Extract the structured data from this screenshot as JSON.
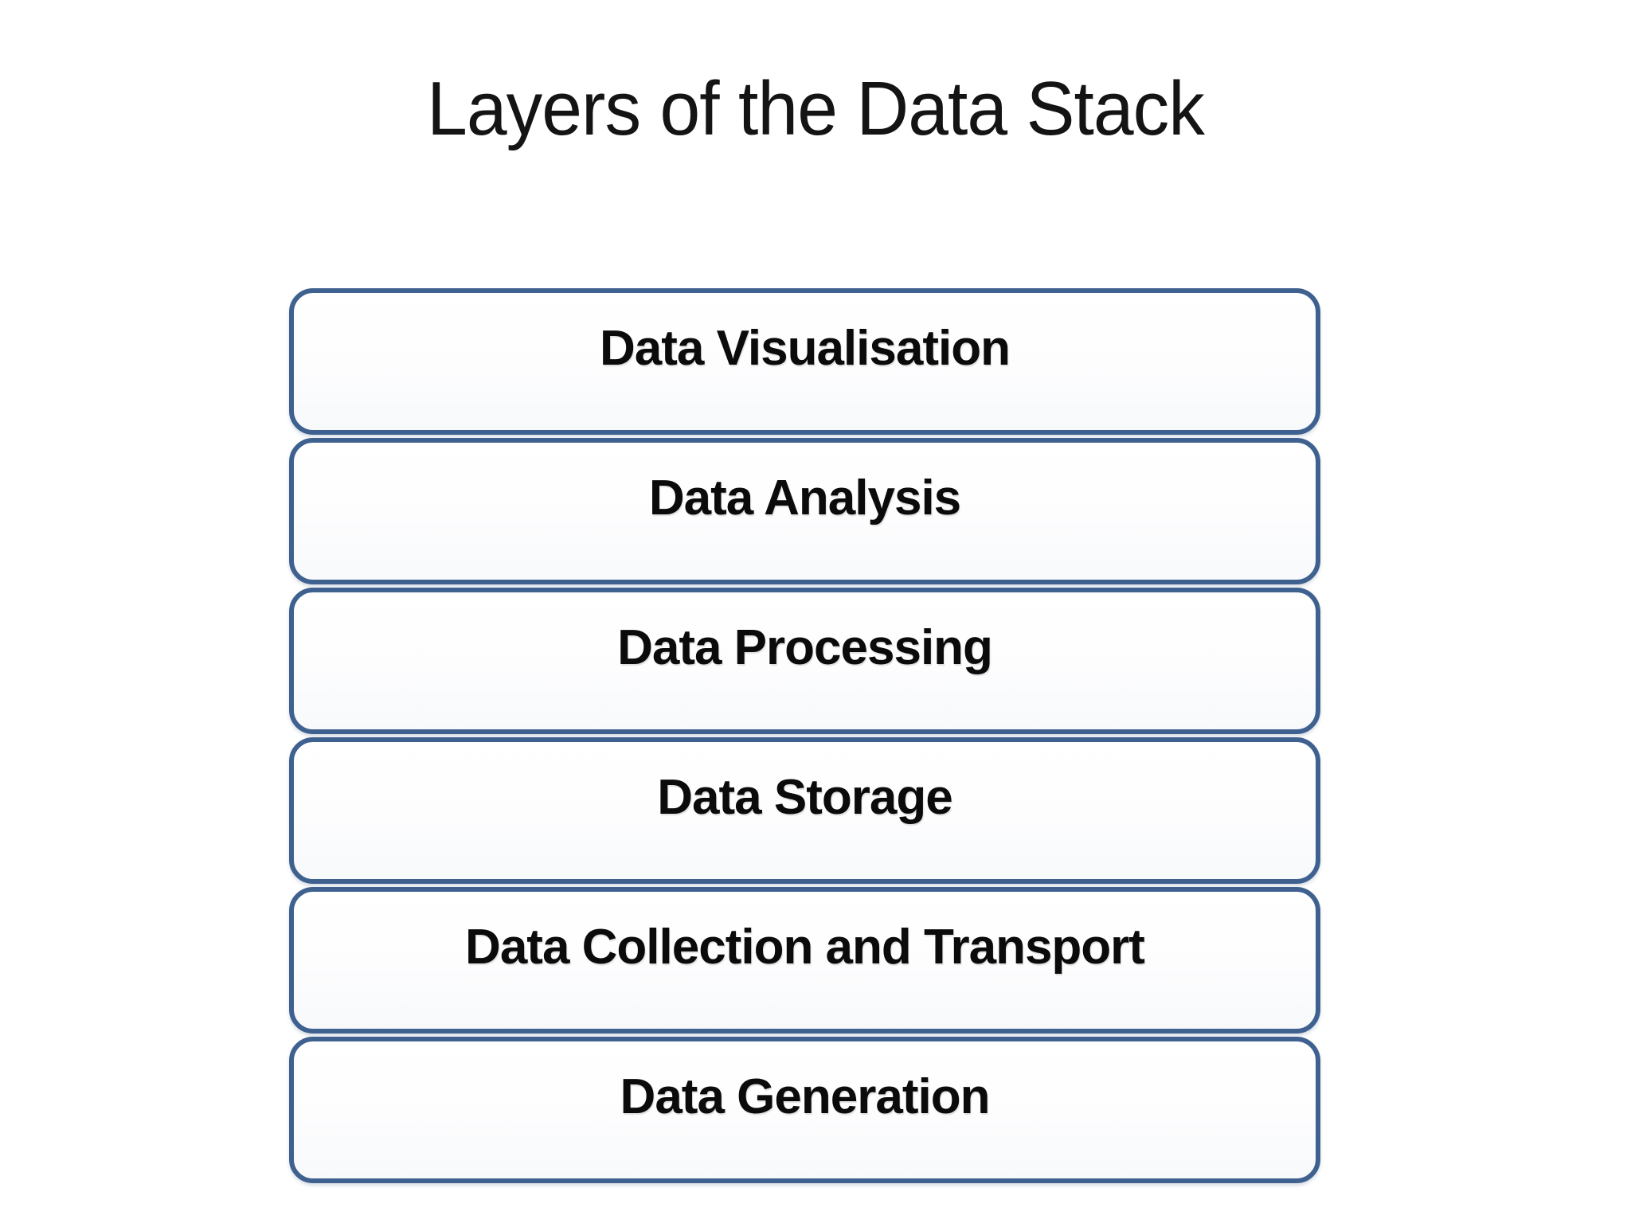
{
  "title": "Layers of the Data Stack",
  "colors": {
    "border": "#3E6190",
    "box_fill": "#FDFDFE",
    "label_text": "#0B0B0B",
    "title_text": "#141414",
    "background": "#FFFFFF"
  },
  "layers": [
    {
      "label": "Data Visualisation"
    },
    {
      "label": "Data Analysis"
    },
    {
      "label": "Data Processing"
    },
    {
      "label": "Data Storage"
    },
    {
      "label": "Data Collection and Transport"
    },
    {
      "label": "Data Generation"
    }
  ]
}
